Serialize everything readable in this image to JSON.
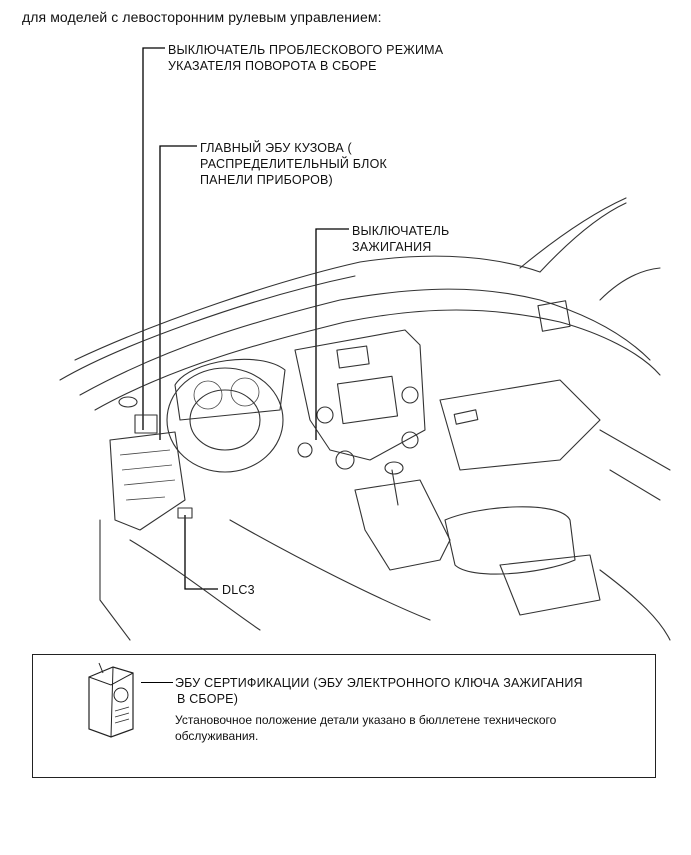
{
  "intro": "для моделей с левосторонним рулевым управлением:",
  "callouts": {
    "turn_switch": [
      "ВЫКЛЮЧАТЕЛЬ ПРОБЛЕСКОВОГО РЕЖИМА",
      "УКАЗАТЕЛЯ ПОВОРОТА В СБОРЕ"
    ],
    "body_ecu": [
      "ГЛАВНЫЙ ЭБУ КУЗОВА (",
      "РАСПРЕДЕЛИТЕЛЬНЫЙ БЛОК",
      "ПАНЕЛИ ПРИБОРОВ)"
    ],
    "ignition": [
      "ВЫКЛЮЧАТЕЛЬ",
      "ЗАЖИГАНИЯ"
    ],
    "dlc3": "DLC3"
  },
  "info_box": {
    "title": [
      "ЭБУ СЕРТИФИКАЦИИ (ЭБУ ЭЛЕКТРОННОГО КЛЮЧА ЗАЖИГАНИЯ",
      "В СБОРЕ)"
    ],
    "note": [
      "Установочное положение детали указано в бюллетене технического",
      "обслуживания."
    ]
  }
}
